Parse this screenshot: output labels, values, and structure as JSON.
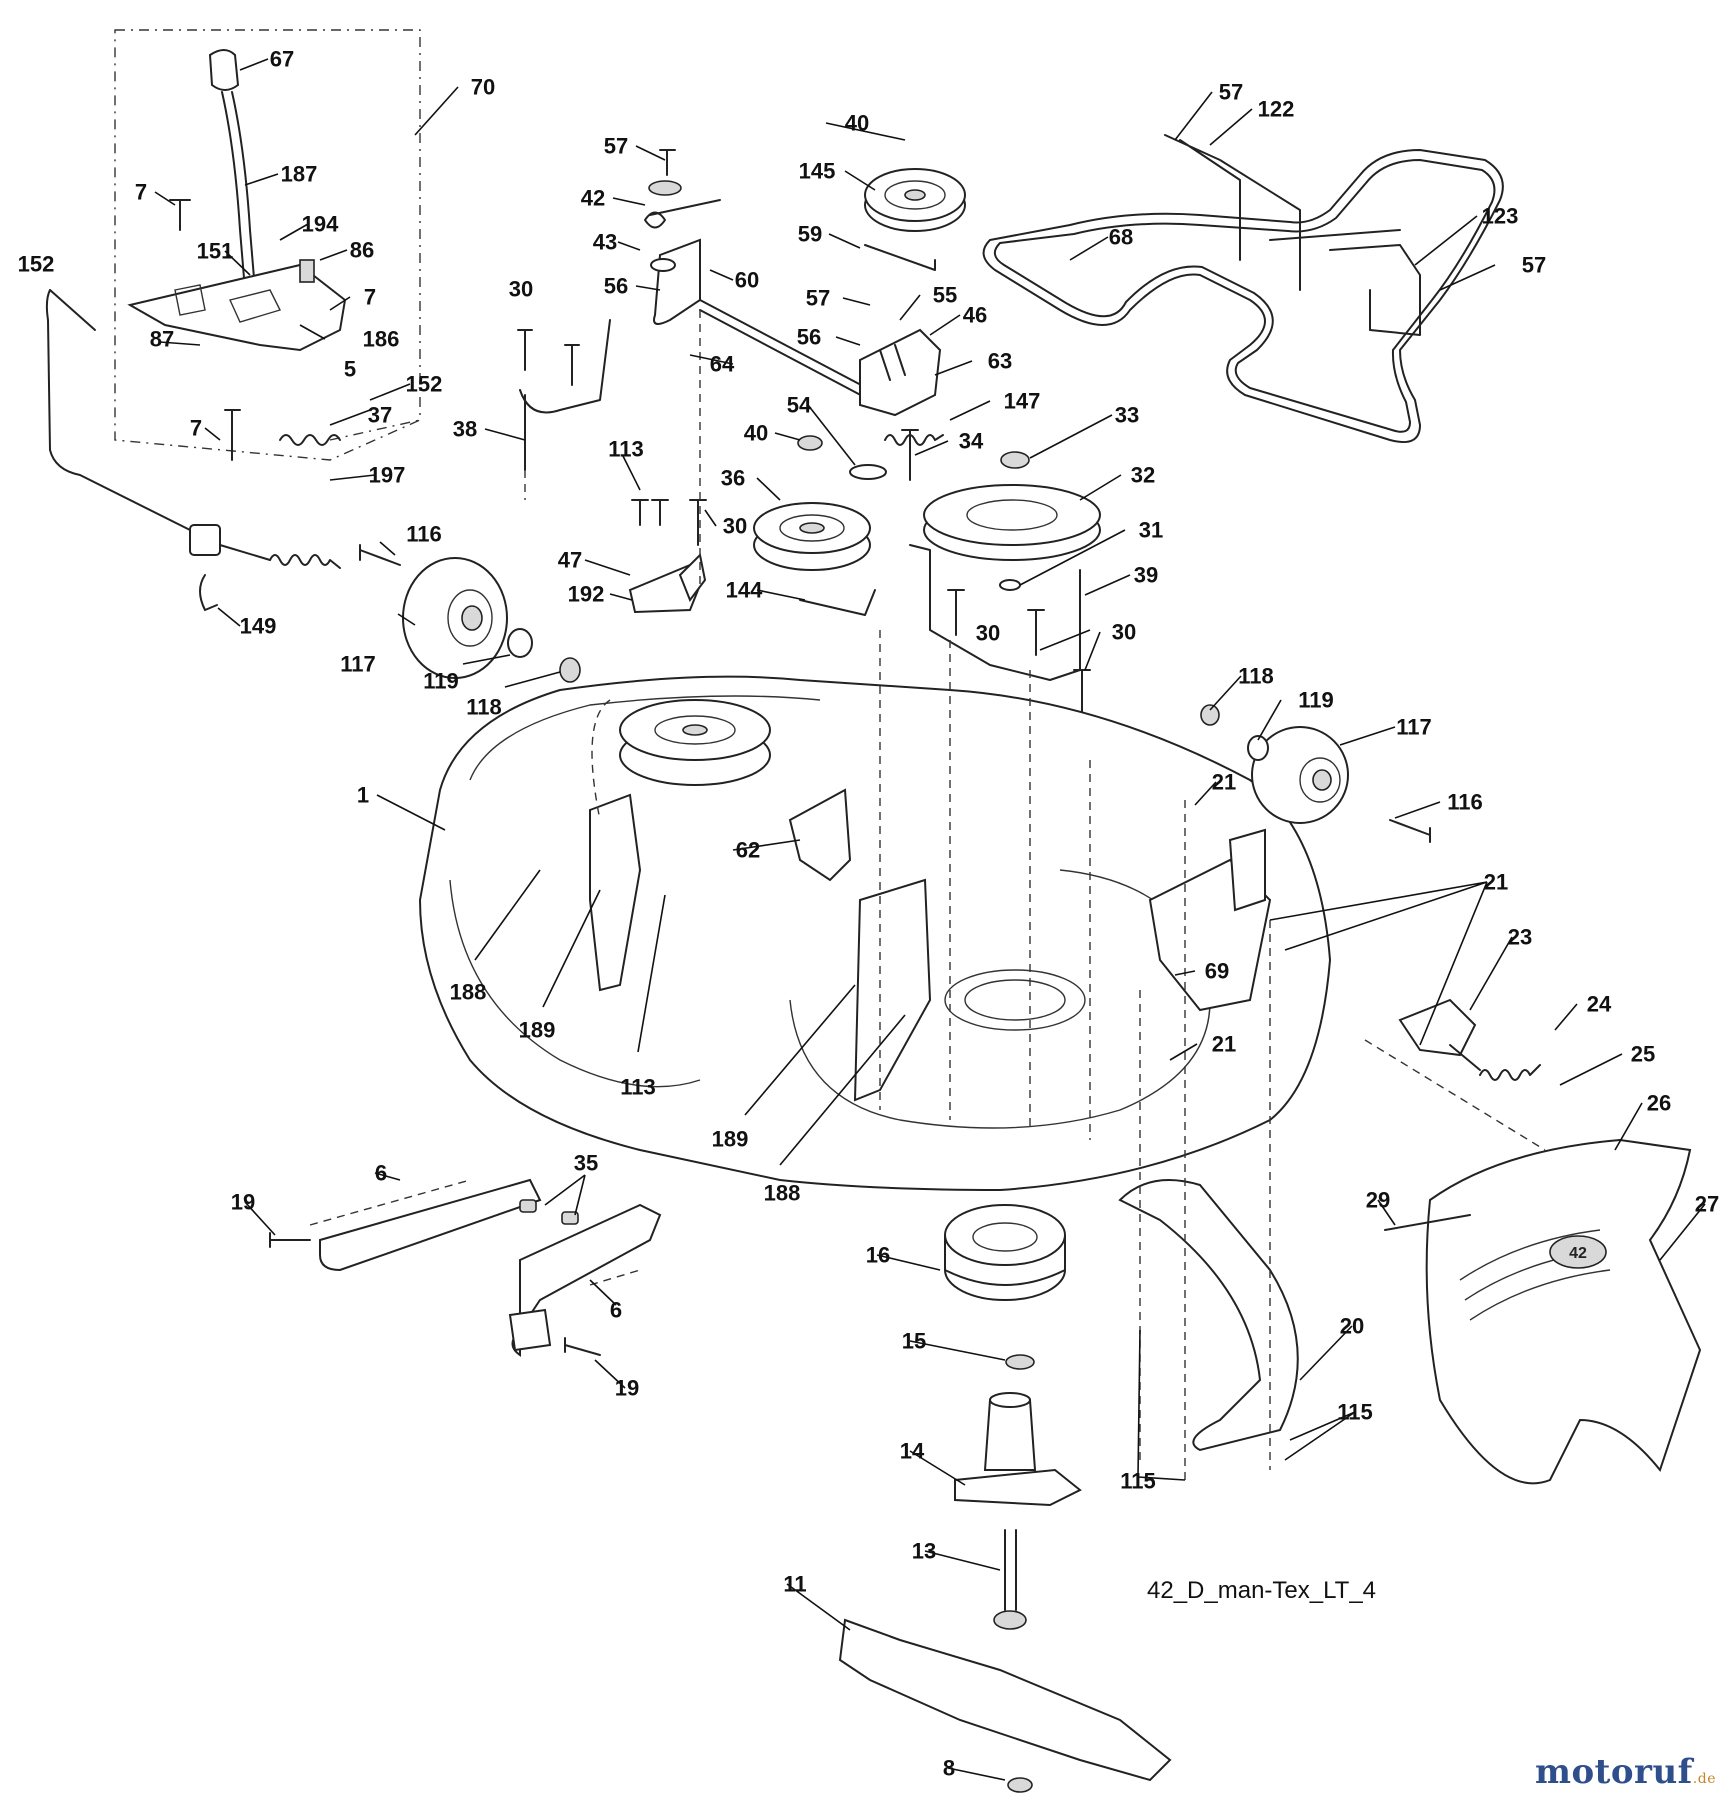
{
  "diagram": {
    "figure_code": "42_D_man-Tex_LT_4",
    "watermark": {
      "name": "motoruf",
      "suffix": ".de"
    },
    "callouts": [
      "67",
      "70",
      "187",
      "7",
      "194",
      "86",
      "151",
      "7",
      "152",
      "87",
      "186",
      "5",
      "152",
      "37",
      "7",
      "197",
      "57",
      "42",
      "43",
      "56",
      "60",
      "30",
      "64",
      "38",
      "113",
      "30",
      "47",
      "192",
      "116",
      "149",
      "117",
      "119",
      "118",
      "40",
      "145",
      "59",
      "57",
      "55",
      "46",
      "56",
      "63",
      "147",
      "54",
      "40",
      "34",
      "36",
      "144",
      "33",
      "32",
      "31",
      "39",
      "30",
      "30",
      "57",
      "122",
      "68",
      "123",
      "57",
      "1",
      "62",
      "188",
      "189",
      "113",
      "189",
      "188",
      "118",
      "119",
      "117",
      "116",
      "21",
      "21",
      "23",
      "69",
      "21",
      "24",
      "25",
      "26",
      "27",
      "29",
      "20",
      "115",
      "115",
      "6",
      "35",
      "19",
      "6",
      "19",
      "16",
      "15",
      "14",
      "13",
      "11",
      "8"
    ],
    "colors": {
      "line": "#222222",
      "watermark": "#2e4f8c",
      "watermark_suffix": "#c8842a"
    }
  }
}
